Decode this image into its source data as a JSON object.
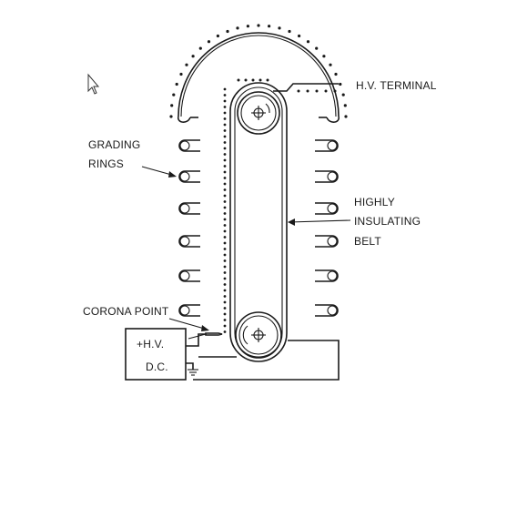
{
  "labels": {
    "hv_terminal": "H.V.   TERMINAL",
    "grading_1": "GRADING",
    "grading_2": "RINGS",
    "belt_1": "HIGHLY",
    "belt_2": "INSULATING",
    "belt_3": "BELT",
    "corona_point": "CORONA  POINT",
    "supply_1": "+H.V.",
    "supply_2": "D.C."
  },
  "icons": {
    "cursor": "mouse-pointer-icon"
  }
}
